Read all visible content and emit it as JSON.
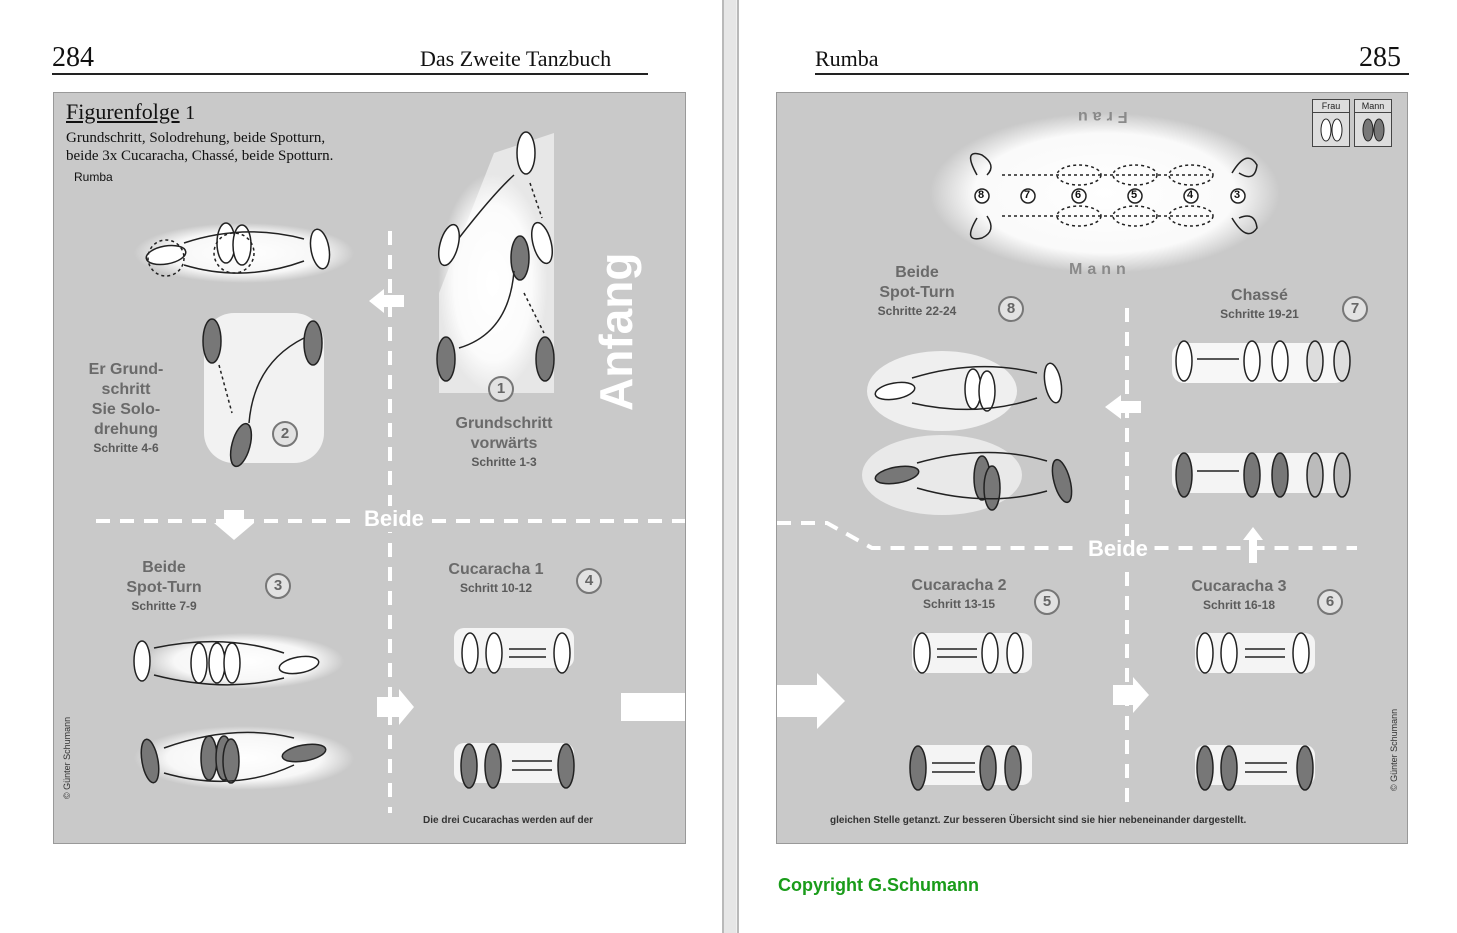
{
  "left_page": {
    "page_number": "284",
    "book_title": "Das Zweite Tanzbuch",
    "figure_title_word": "Figurenfolge",
    "figure_title_number": "1",
    "figure_description": [
      "Grundschritt, Solodrehung, beide Spotturn,",
      "beide 3x Cucaracha, Chassé, beide Spotturn."
    ],
    "dance": "Rumba",
    "anfang": "Anfang",
    "beide": "Beide",
    "step1": {
      "number": "1",
      "title_lines": [
        "Grundschritt",
        "vorwärts"
      ],
      "sub": "Schritte 1-3"
    },
    "step2": {
      "number": "2",
      "title_lines": [
        "Er Grund-",
        "schritt",
        "Sie Solo-",
        "drehung"
      ],
      "sub": "Schritte 4-6"
    },
    "step3": {
      "number": "3",
      "title_lines": [
        "Beide",
        "Spot-Turn"
      ],
      "sub": "Schritte 7-9"
    },
    "step4": {
      "number": "4",
      "title_lines": [
        "Cucaracha 1"
      ],
      "sub": "Schritt 10-12"
    },
    "footnote": "Die drei Cucarachas werden auf der",
    "side_copyright": "© Günter Schumann"
  },
  "right_page": {
    "page_number": "285",
    "chapter": "Rumba",
    "legend_frau": "Frau",
    "legend_mann": "Mann",
    "overview_frau": "Frau",
    "overview_mann": "Mann",
    "overview_numbers": [
      "8",
      "7",
      "6",
      "5",
      "4",
      "3"
    ],
    "beide": "Beide",
    "step8": {
      "number": "8",
      "title_lines": [
        "Beide",
        "Spot-Turn"
      ],
      "sub": "Schritte 22-24"
    },
    "step7": {
      "number": "7",
      "title_lines": [
        "Chassé"
      ],
      "sub": "Schritte 19-21"
    },
    "step5": {
      "number": "5",
      "title_lines": [
        "Cucaracha 2"
      ],
      "sub": "Schritt 13-15"
    },
    "step6": {
      "number": "6",
      "title_lines": [
        "Cucaracha 3"
      ],
      "sub": "Schritt 16-18"
    },
    "footnote": "gleichen Stelle getanzt. Zur besseren Übersicht sind sie hier nebeneinander dargestellt.",
    "side_copyright": "© Günter Schumann"
  },
  "copyright": "Copyright G.Schumann",
  "colors": {
    "panel": "#c9c9c9",
    "label": "#6a6a6a",
    "copyright": "#1a9c1a"
  }
}
